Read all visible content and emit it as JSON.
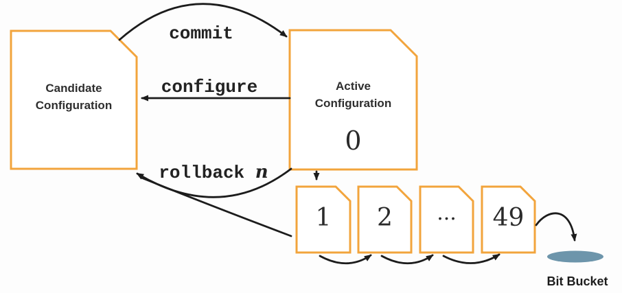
{
  "diagram": {
    "candidate": {
      "title": "Candidate Configuration"
    },
    "active": {
      "title": "Active Configuration",
      "index": "0"
    },
    "archives": [
      {
        "label": "1"
      },
      {
        "label": "2"
      },
      {
        "label": "..."
      },
      {
        "label": "49"
      }
    ],
    "bit_bucket": {
      "label": "Bit Bucket"
    },
    "edges": {
      "commit": {
        "label": "commit"
      },
      "configure": {
        "label": "configure"
      },
      "rollback": {
        "label": "rollback",
        "variable": "n"
      }
    },
    "colors": {
      "doc_border": "#F2A43C",
      "arrow": "#1C1C1C",
      "bucket_fill": "#6D95AB",
      "text": "#2B2B2B"
    }
  }
}
